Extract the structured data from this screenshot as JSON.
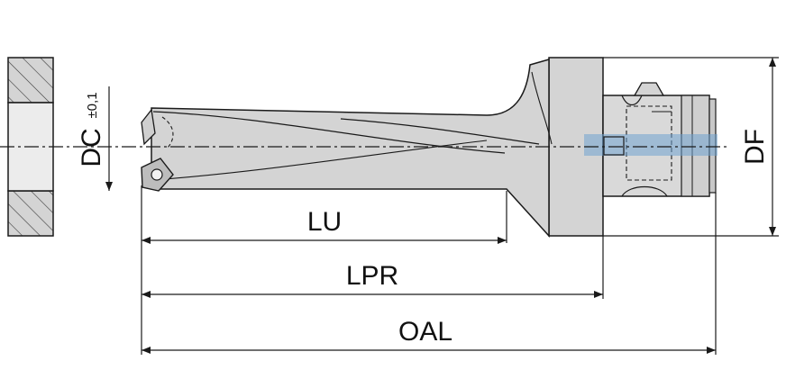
{
  "labels": {
    "dc": "DC",
    "dc_tolerance": "±0,1",
    "df": "DF",
    "lu": "LU",
    "lpr": "LPR",
    "oal": "OAL"
  },
  "colors": {
    "line": "#1a1a1a",
    "body_fill": "#d4d4d4",
    "body_light": "#e6e6e6",
    "hatch": "#3a3a3a",
    "highlight": "#6fa3cf"
  }
}
